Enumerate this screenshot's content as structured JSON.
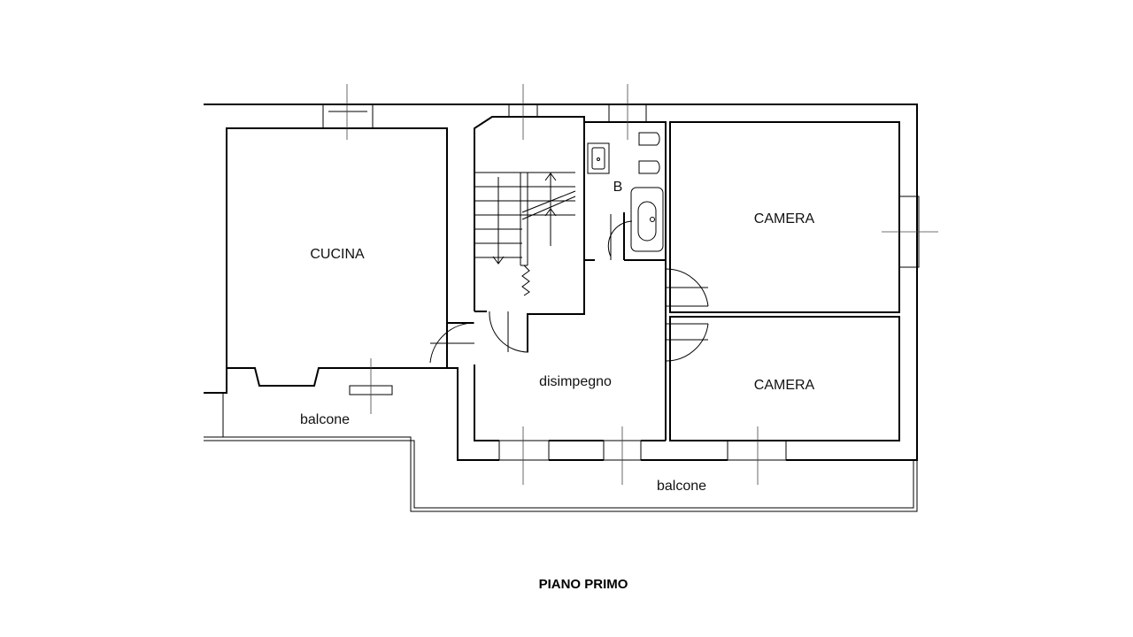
{
  "floor_title": "PIANO PRIMO",
  "rooms": {
    "cucina": "CUCINA",
    "camera_1": "CAMERA",
    "camera_2": "CAMERA",
    "bagno": "B",
    "disimpegno": "disimpegno",
    "balcone_1": "balcone",
    "balcone_2": "balcone"
  }
}
